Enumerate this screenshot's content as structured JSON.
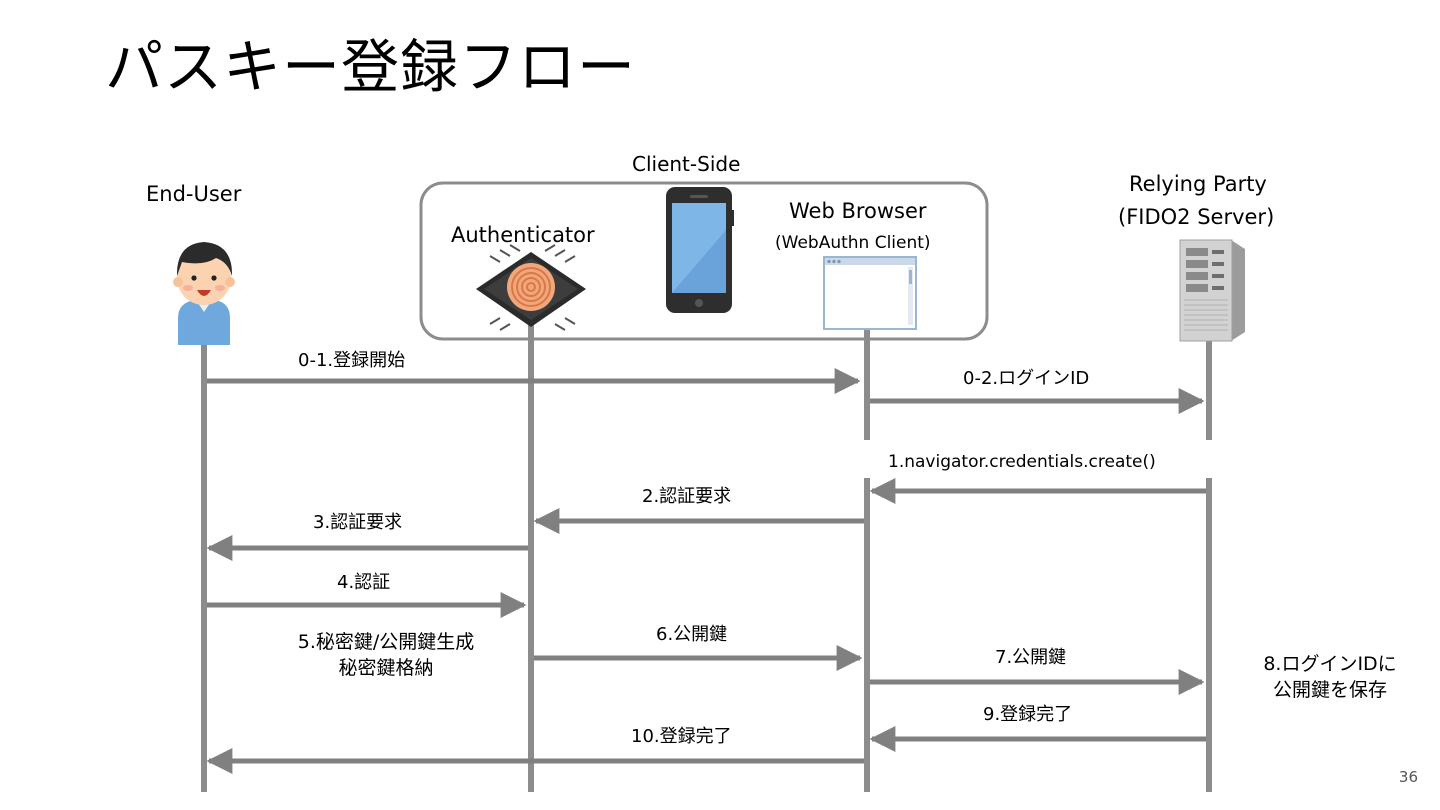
{
  "slide": {
    "title": "パスキー登録フロー",
    "page_number": "36"
  },
  "group": {
    "label": "Client-Side"
  },
  "actors": {
    "end_user": "End-User",
    "authenticator": "Authenticator",
    "browser": "Web Browser",
    "browser_sub": "(WebAuthn Client)",
    "rp_line1": "Relying Party",
    "rp_line2": "(FIDO2 Server)"
  },
  "messages": [
    {
      "label": "0-1.登録開始"
    },
    {
      "label": "0-2.ログインID"
    },
    {
      "label": "1.navigator.credentials.create()"
    },
    {
      "label": "2.認証要求"
    },
    {
      "label": "3.認証要求"
    },
    {
      "label": "4.認証"
    },
    {
      "label": "6.公開鍵"
    },
    {
      "label": "7.公開鍵"
    },
    {
      "label": "9.登録完了"
    },
    {
      "label": "10.登録完了"
    }
  ],
  "notes": {
    "note5_line1": "5.秘密鍵/公開鍵生成",
    "note5_line2": "秘密鍵格納",
    "note8_line1": "8.ログインIDに",
    "note8_line2": "公開鍵を保存"
  },
  "colors": {
    "lifeline": "#8c8c8c",
    "arrow": "#808080",
    "group_border": "#8c8c8c",
    "phone_screen": "#7fb6e8",
    "chip_body": "#2b2b2b",
    "fingerprint": "#f2a77a",
    "user_shirt": "#6fa8dc",
    "server_body": "#cfcfcf"
  }
}
